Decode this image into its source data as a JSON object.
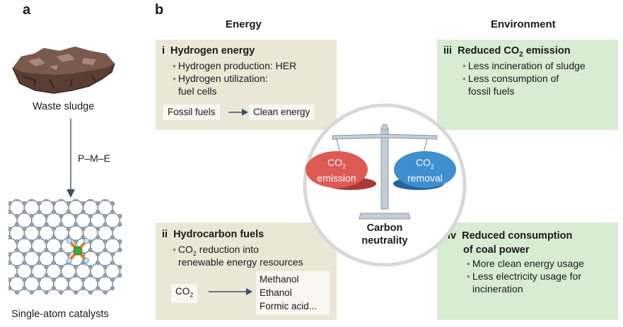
{
  "panel_a": {
    "letter": "a",
    "waste_label": "Waste sludge",
    "process_label": "P–M–E",
    "catalyst_label": "Single-atom catalysts"
  },
  "panel_b": {
    "letter": "b",
    "col_energy": "Energy",
    "col_environment": "Environment",
    "box_i": {
      "roman": "i",
      "title": "Hydrogen energy",
      "bullets": [
        "Hydrogen production: HER",
        "Hydrogen utilization:",
        "fuel cells"
      ],
      "flow_from": "Fossil fuels",
      "flow_to": "Clean energy"
    },
    "box_ii": {
      "roman": "ii",
      "title": "Hydrocarbon fuels",
      "bullet1_pre": "CO",
      "bullet1_sub": "2",
      "bullet1_post": " reduction into",
      "bullet1_line2": "renewable energy resources",
      "flow_from_pre": "CO",
      "flow_from_sub": "2",
      "products": [
        "Methanol",
        "Ethanol",
        "Formic acid..."
      ]
    },
    "box_iii": {
      "roman": "iii",
      "title_pre": "Reduced CO",
      "title_sub": "2",
      "title_post": " emission",
      "bullets": [
        "Less incineration of sludge",
        "Less consumption of",
        "fossil fuels"
      ]
    },
    "box_iv": {
      "roman": "iv",
      "title_line1": "Reduced consumption",
      "title_line2": "of coal power",
      "bullets": [
        "More clean energy usage",
        "Less electricity usage for",
        "incineration"
      ]
    },
    "scale": {
      "left_pre": "CO",
      "left_sub": "2",
      "left_word": "emission",
      "right_pre": "CO",
      "right_sub": "2",
      "right_word": "removal",
      "caption_line1": "Carbon",
      "caption_line2": "neutrality"
    }
  },
  "colors": {
    "energy_box": "#e9e8d6",
    "environment_box": "#d7ecd2",
    "emission_red": "#de5a55",
    "removal_blue": "#3f8fcf",
    "metal_atom": "#3faa3a",
    "bond_orange": "#e8761c",
    "lattice": "#7b8696"
  }
}
